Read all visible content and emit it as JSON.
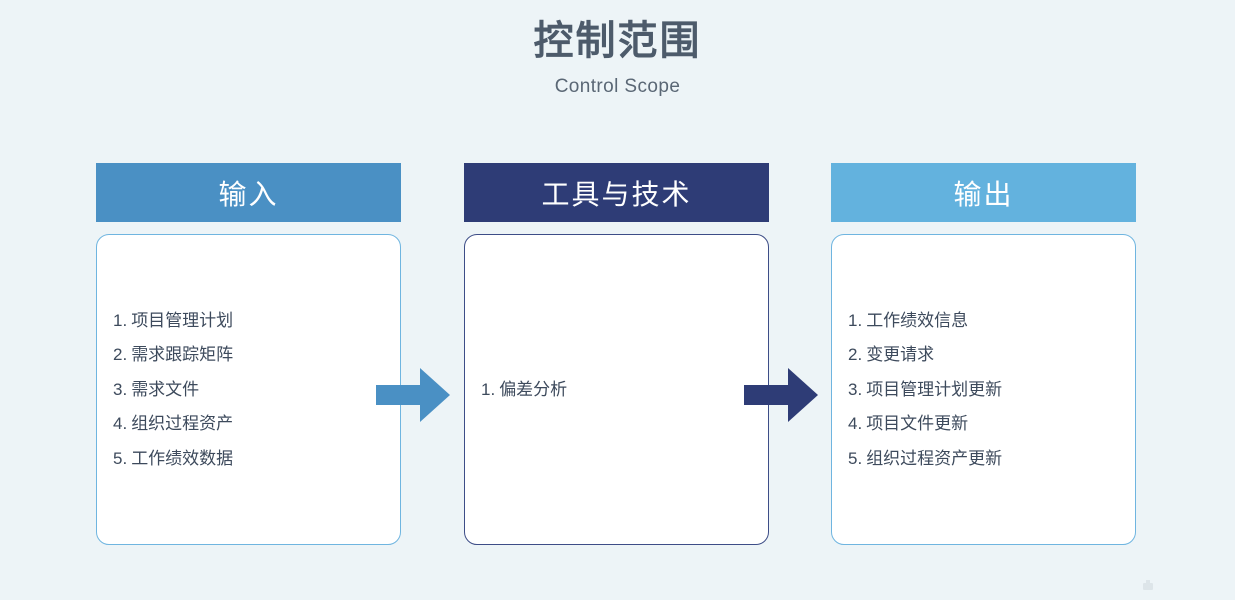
{
  "title": {
    "main": "控制范围",
    "sub": "Control Scope"
  },
  "colors": {
    "background": "#edf4f7",
    "header_input": "#4a90c4",
    "header_tools": "#2e3c76",
    "header_output": "#63b2de",
    "card_border_light": "#6fb5e0",
    "card_border_navy": "#3d4d87",
    "arrow_1": "#4a90c4",
    "arrow_2": "#2e3c76",
    "text": "#3d4a5c",
    "title_text": "#4d5b6b"
  },
  "columns": {
    "input": {
      "header": "输入",
      "items": [
        {
          "num": "1.",
          "text": "项目管理计划"
        },
        {
          "num": "2.",
          "text": "需求跟踪矩阵"
        },
        {
          "num": "3.",
          "text": "需求文件"
        },
        {
          "num": "4.",
          "text": "组织过程资产"
        },
        {
          "num": "5.",
          "text": "工作绩效数据"
        }
      ]
    },
    "tools": {
      "header": "工具与技术",
      "items": [
        {
          "num": "1.",
          "text": "偏差分析"
        }
      ]
    },
    "output": {
      "header": "输出",
      "items": [
        {
          "num": "1.",
          "text": "工作绩效信息"
        },
        {
          "num": "2.",
          "text": "变更请求"
        },
        {
          "num": "3.",
          "text": "项目管理计划更新"
        },
        {
          "num": "4.",
          "text": "项目文件更新"
        },
        {
          "num": "5.",
          "text": "组织过程资产更新"
        }
      ]
    }
  },
  "arrows": [
    {
      "name": "input-to-tools",
      "direction": "right"
    },
    {
      "name": "tools-to-output",
      "direction": "right"
    }
  ]
}
